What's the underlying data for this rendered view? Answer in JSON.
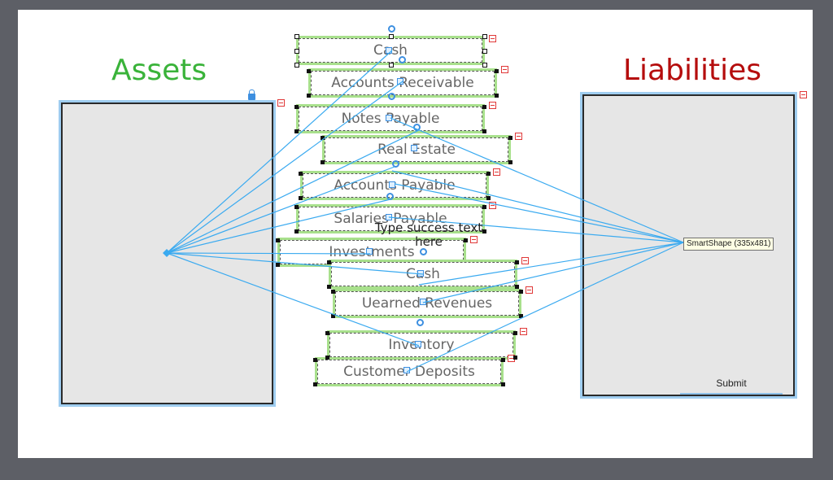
{
  "headings": {
    "assets": "Assets",
    "liabilities": "Liabilities"
  },
  "colors": {
    "assets": "#3ab33a",
    "liabilities": "#b50d0d",
    "selection_green": "#a8e08c",
    "connector_blue": "#3aaaf0"
  },
  "items": [
    {
      "label": "Cash"
    },
    {
      "label": "Accounts Receivable"
    },
    {
      "label": "Notes Payable"
    },
    {
      "label": "Real Estate"
    },
    {
      "label": "Accounts Payable"
    },
    {
      "label": "Salaries Payable"
    },
    {
      "label": "Investments"
    },
    {
      "label": "Cash"
    },
    {
      "label": "Uearned Revenues"
    },
    {
      "label": "Inventory"
    },
    {
      "label": "Customer Deposits"
    }
  ],
  "success_text": "Type success text here",
  "tooltip": "SmartShape (335x481)",
  "submit_label": "Submit",
  "icons": {
    "collapse": "collapse-box-icon",
    "lock": "lock-icon",
    "rotate": "rotate-handle-icon"
  }
}
